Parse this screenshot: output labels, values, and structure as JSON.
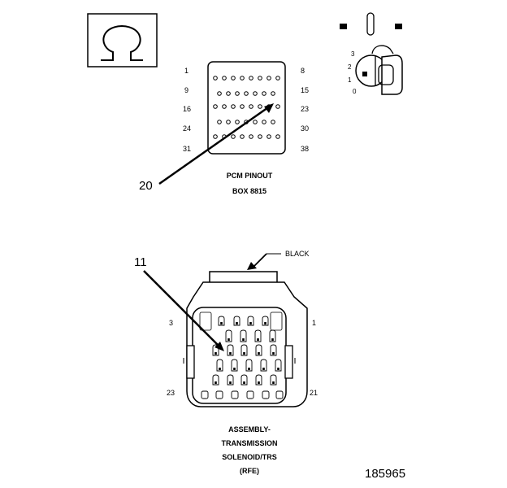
{
  "ohm_icon": "ohm-symbol-icon",
  "key_icon": "ignition-key-icon",
  "key_positions": [
    "3",
    "2",
    "1",
    "0"
  ],
  "pcm": {
    "pin_labels_left": [
      "1",
      "9",
      "16",
      "24",
      "31"
    ],
    "pin_labels_right": [
      "8",
      "15",
      "23",
      "30",
      "38"
    ],
    "caption_line1": "PCM PINOUT",
    "caption_line2": "BOX 8815",
    "callout": "20"
  },
  "solenoid": {
    "wire_color_label": "BLACK",
    "callout": "11",
    "pin_label_top_left": "3",
    "pin_label_top_right": "1",
    "pin_label_bottom_left": "23",
    "pin_label_bottom_right": "21",
    "caption_line1": "ASSEMBLY-",
    "caption_line2": "TRANSMISSION",
    "caption_line3": "SOLENOID/TRS",
    "caption_line4": "(RFE)"
  },
  "figure_number": "185965"
}
